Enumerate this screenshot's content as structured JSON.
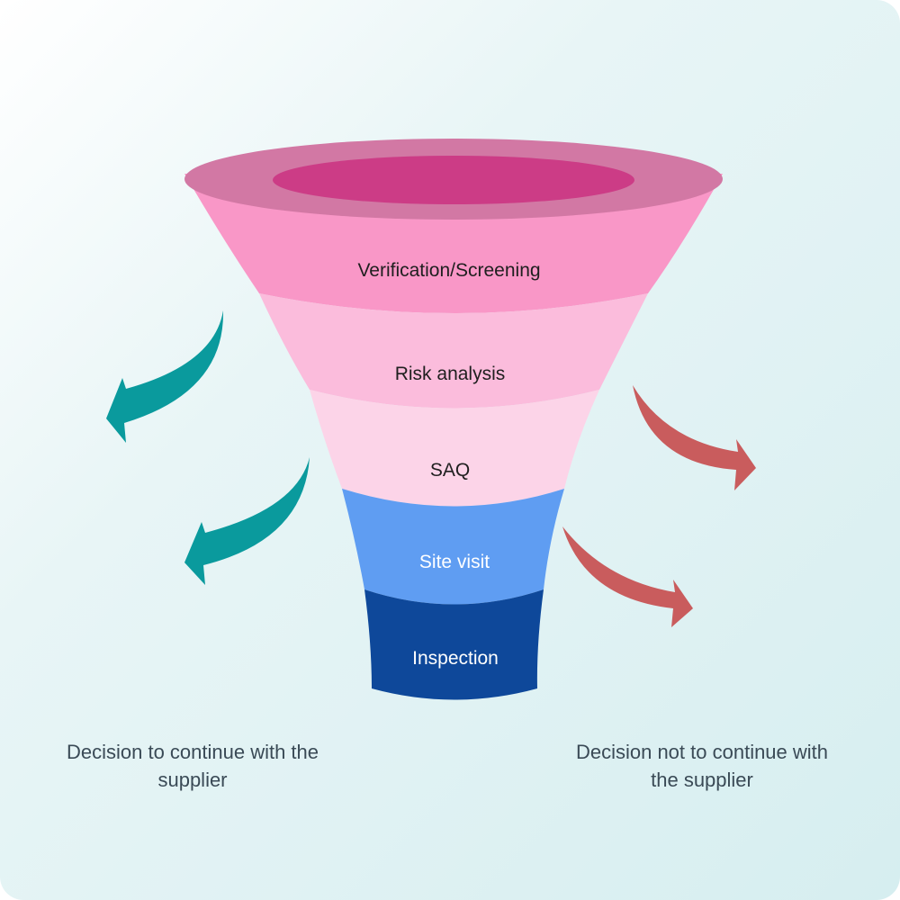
{
  "stages": [
    {
      "label": "Verification/Screening",
      "color": "#f997c7",
      "text_color": "#1f1f1f"
    },
    {
      "label": "Risk analysis",
      "color": "#fbbcdc",
      "text_color": "#1f1f1f"
    },
    {
      "label": "SAQ",
      "color": "#fcd4e8",
      "text_color": "#1f1f1f"
    },
    {
      "label": "Site visit",
      "color": "#5f9df2",
      "text_color": "#ffffff"
    },
    {
      "label": "Inspection",
      "color": "#0e489a",
      "text_color": "#ffffff"
    }
  ],
  "rim": {
    "outer_color": "#d278a4",
    "inner_color": "#cc3c86"
  },
  "captions": {
    "left": "Decision to continue with the supplier",
    "right": "Decision not to continue with the supplier"
  },
  "arrow_colors": {
    "continue": "#0a9a9d",
    "stop": "#c95c5d"
  }
}
